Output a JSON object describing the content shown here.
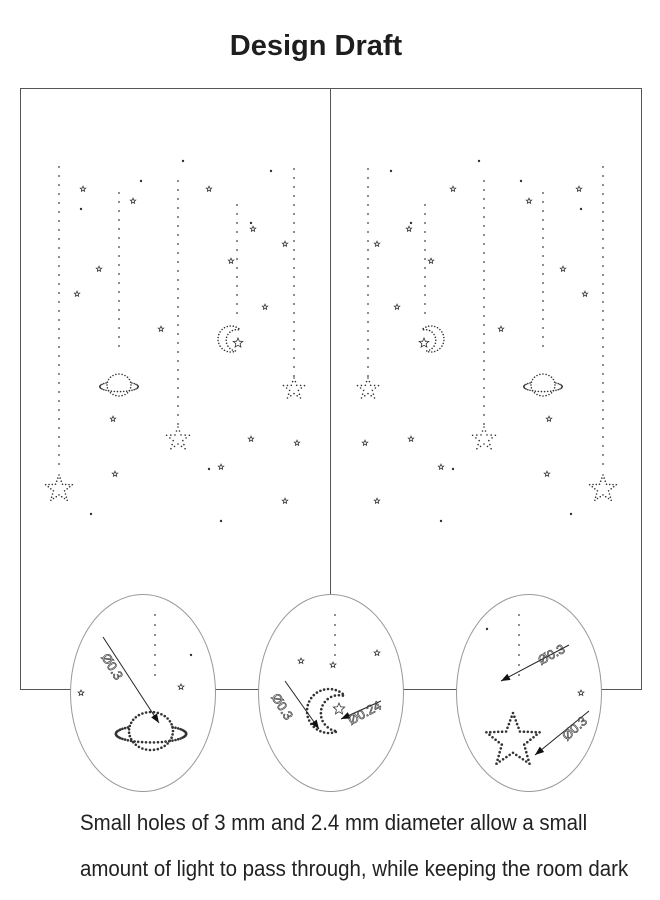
{
  "title": "Design Draft",
  "panels": {
    "left": {
      "motifs": [
        "star-icon",
        "planet-icon",
        "moon-icon",
        "star-icon"
      ]
    },
    "right": {
      "motifs": [
        "star-icon",
        "moon-icon",
        "planet-icon",
        "star-icon"
      ]
    }
  },
  "zooms": [
    {
      "name": "planet-detail",
      "labels": [
        "Ø0.3"
      ]
    },
    {
      "name": "moon-detail",
      "labels": [
        "Ø0.3",
        "Ø0.24"
      ]
    },
    {
      "name": "star-detail",
      "labels": [
        "Ø0.3",
        "Ø0.3"
      ]
    }
  ],
  "caption": {
    "line1": "Small holes of 3 mm and 2.4 mm diameter allow a small",
    "line2": "amount of light to pass through, while keeping the room dark"
  },
  "colors": {
    "line": "#555555",
    "dot": "#333333",
    "circle": "#999999"
  }
}
